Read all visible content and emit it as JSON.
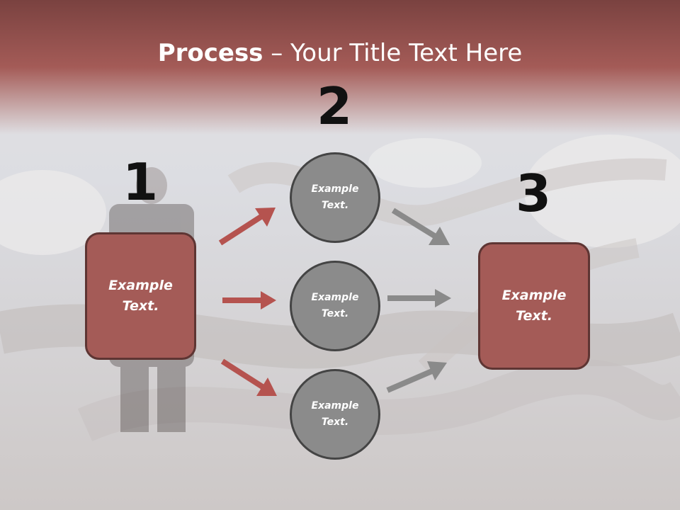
{
  "slide": {
    "title_bold": "Process",
    "title_rest": " – Your Title Text Here",
    "colors": {
      "header": "#a45b57",
      "box_fill": "#a45b57",
      "box_border": "#5e3533",
      "circle_fill": "#8b8b8b",
      "circle_border": "#444444",
      "red_arrow": "#b5534f",
      "gray_arrow": "#8a8a8a"
    }
  },
  "steps": {
    "step1": {
      "number": "1",
      "text": "Example Text."
    },
    "step2": {
      "number": "2",
      "circles": [
        {
          "text": "Example Text."
        },
        {
          "text": "Example Text."
        },
        {
          "text": "Example Text."
        }
      ]
    },
    "step3": {
      "number": "3",
      "text": "Example Text."
    }
  }
}
